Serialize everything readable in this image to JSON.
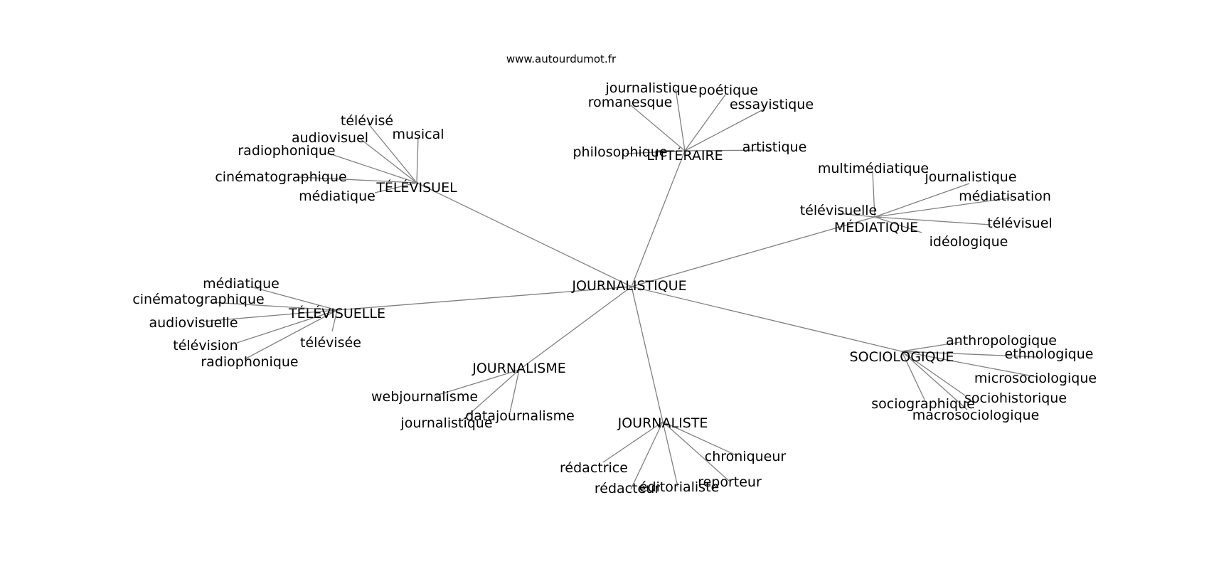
{
  "source": "www.autourdumot.fr",
  "colors": {
    "edge": "#808080",
    "text": "#000000",
    "background": "#ffffff"
  },
  "center": "JOURNALISTIQUE",
  "hubs": [
    {
      "id": "litteraire",
      "label": "LITTÉRAIRE",
      "leaves": [
        "journalistique",
        "poétique",
        "romanesque",
        "essayistique",
        "philosophique",
        "artistique"
      ]
    },
    {
      "id": "televisuel",
      "label": "TÉLÉVISUEL",
      "leaves": [
        "télévisé",
        "audiovisuel",
        "musical",
        "radiophonique",
        "cinématographique",
        "médiatique"
      ]
    },
    {
      "id": "mediatique",
      "label": "MÉDIATIQUE",
      "leaves": [
        "multimédiatique",
        "journalistique",
        "médiatisation",
        "télévisuelle",
        "télévisuel",
        "idéologique"
      ]
    },
    {
      "id": "televisuelle",
      "label": "TÉLÉVISUELLE",
      "leaves": [
        "médiatique",
        "cinématographique",
        "audiovisuelle",
        "télévision",
        "télévisée",
        "radiophonique"
      ]
    },
    {
      "id": "sociologique",
      "label": "SOCIOLOGIQUE",
      "leaves": [
        "anthropologique",
        "ethnologique",
        "microsociologique",
        "sociographique",
        "sociohistorique",
        "macrosociologique"
      ]
    },
    {
      "id": "journalisme",
      "label": "JOURNALISME",
      "leaves": [
        "webjournalisme",
        "datajournalisme",
        "journalistique"
      ]
    },
    {
      "id": "journaliste",
      "label": "JOURNALISTE",
      "leaves": [
        "chroniqueur",
        "rédactrice",
        "reporteur",
        "rédacteur",
        "éditorialiste"
      ]
    }
  ]
}
